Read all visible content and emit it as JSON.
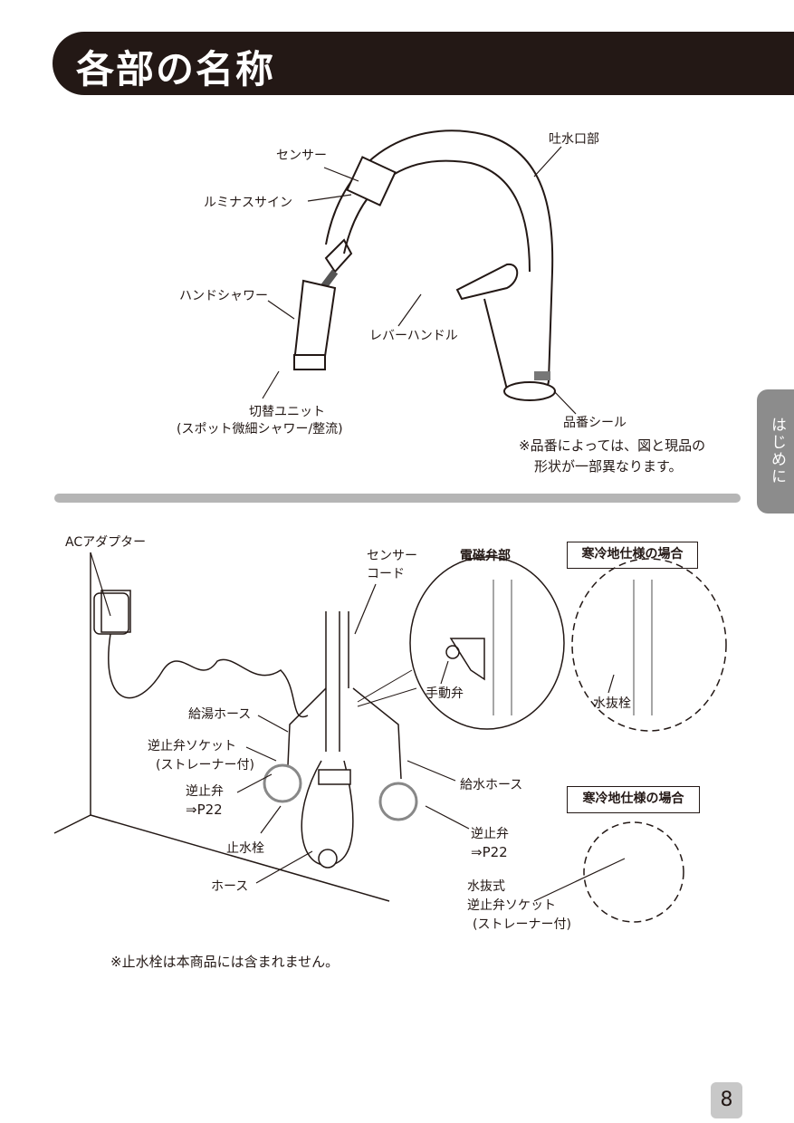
{
  "header": {
    "title": "各部の名称"
  },
  "side_tab": {
    "label": "はじめに"
  },
  "page_number": "8",
  "faucet": {
    "sensor": "センサー",
    "luminous_sign": "ルミナスサイン",
    "hand_shower": "ハンドシャワー",
    "spout": "吐水口部",
    "lever_handle": "レバーハンドル",
    "switch_unit": "切替ユニット",
    "switch_unit_note": "(スポット微細シャワー/整流)",
    "model_seal": "品番シール",
    "note_line1": "※品番によっては、図と現品の",
    "note_line2": "形状が一部異なります。"
  },
  "install": {
    "ac_adapter": "ACアダプター",
    "sensor_cord_1": "センサー",
    "sensor_cord_2": "コード",
    "solenoid_title": "電磁弁部",
    "cold_region_1": "寒冷地仕様の場合",
    "cold_region_2": "寒冷地仕様の場合",
    "manual_valve": "手動弁",
    "drain_plug": "水抜栓",
    "hot_hose": "給湯ホース",
    "check_socket": "逆止弁ソケット",
    "strainer": "(ストレーナー付)",
    "check_valve_left": "逆止弁",
    "ref_left": "⇒P22",
    "cold_hose": "給水ホース",
    "check_valve_right": "逆止弁",
    "ref_right": "⇒P22",
    "stop_valve": "止水栓",
    "hose": "ホース",
    "drain_type": "水抜式",
    "drain_check_socket": "逆止弁ソケット",
    "drain_strainer": "(ストレーナー付)",
    "footnote": "※止水栓は本商品には含まれません。"
  }
}
